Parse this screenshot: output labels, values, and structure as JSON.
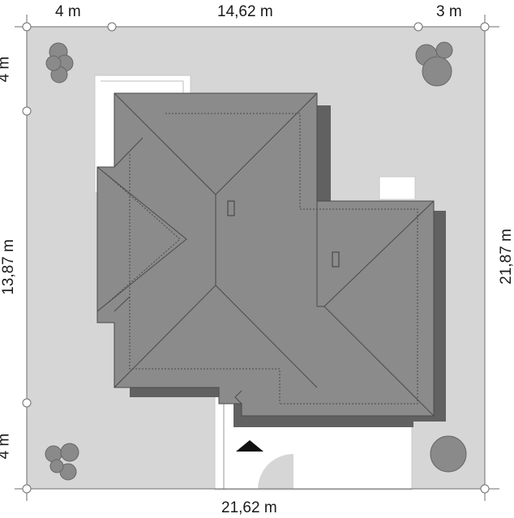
{
  "dimensions": {
    "top_left": "4 m",
    "top_middle": "14,62 m",
    "top_right": "3 m",
    "bottom": "21,62 m",
    "left_top": "4 m",
    "left_middle": "13,87 m",
    "left_bottom": "4 m",
    "right": "21,87 m"
  },
  "colors": {
    "plot": "#d6d6d6",
    "roof": "#8b8b8b",
    "roof_shadow": "#616161",
    "roof_lines": "#4a4a4a",
    "terrace": "#ffffff",
    "trees": "#8a8a8a",
    "dimension_line": "#6e6e6e"
  },
  "icons": [
    "entrance-arrow-icon",
    "tree-icon",
    "dimension-marker-icon"
  ]
}
